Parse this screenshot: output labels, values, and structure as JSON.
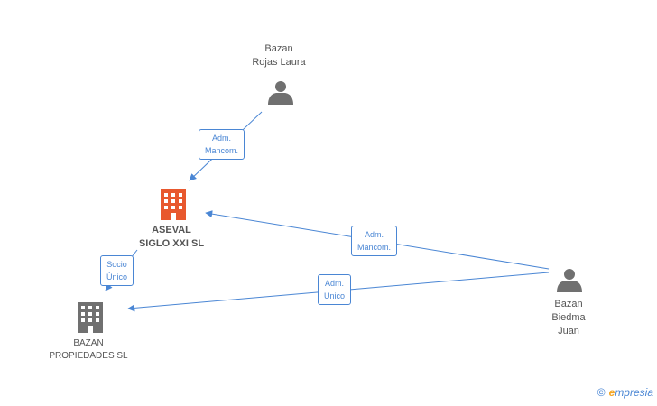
{
  "nodes": {
    "laura": {
      "line1": "Bazan",
      "line2": "Rojas Laura",
      "icon": "person-icon"
    },
    "juan": {
      "line1": "Bazan",
      "line2": "Biedma",
      "line3": "Juan",
      "icon": "person-icon"
    },
    "aseval": {
      "line1": "ASEVAL",
      "line2": "SIGLO XXI SL",
      "icon": "building-icon",
      "color": "#e8582e"
    },
    "bazan_prop": {
      "line1": "BAZAN",
      "line2": "PROPIEDADES SL",
      "icon": "building-icon",
      "color": "#707070"
    }
  },
  "edges": {
    "laura_aseval": {
      "line1": "Adm.",
      "line2": "Mancom."
    },
    "juan_aseval": {
      "line1": "Adm.",
      "line2": "Mancom."
    },
    "juan_bazan": {
      "line1": "Adm.",
      "line2": "Unico"
    },
    "aseval_bazan": {
      "line1": "Socio",
      "line2": "Único"
    }
  },
  "colors": {
    "edge": "#4a86d4",
    "person": "#707070"
  },
  "brand": {
    "copyright": "©",
    "e": "e",
    "name": "mpresia"
  }
}
